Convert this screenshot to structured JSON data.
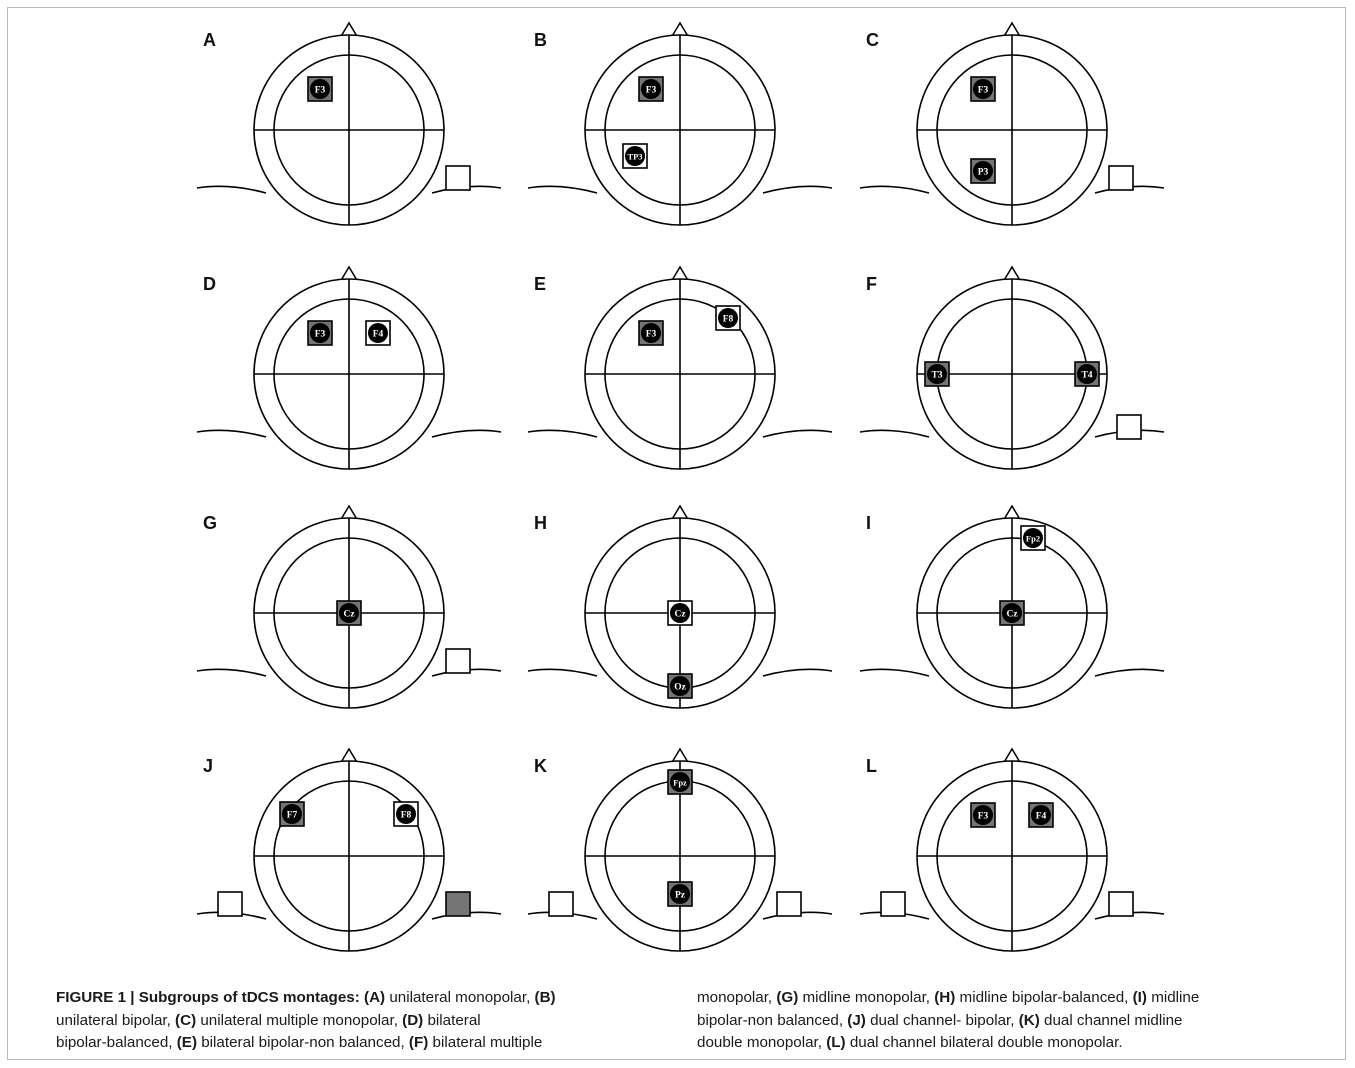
{
  "figure": {
    "panels": [
      {
        "letter": "A",
        "electrodes": [
          {
            "label": "F3",
            "fill": "gray"
          }
        ],
        "ref_pads": [
          {
            "side": "right",
            "fill": "white"
          }
        ]
      },
      {
        "letter": "B",
        "electrodes": [
          {
            "label": "F3",
            "fill": "gray"
          },
          {
            "label": "TP3",
            "fill": "white"
          }
        ],
        "ref_pads": []
      },
      {
        "letter": "C",
        "electrodes": [
          {
            "label": "F3",
            "fill": "gray"
          },
          {
            "label": "P3",
            "fill": "gray"
          }
        ],
        "ref_pads": [
          {
            "side": "right",
            "fill": "white"
          }
        ]
      },
      {
        "letter": "D",
        "electrodes": [
          {
            "label": "F3",
            "fill": "gray"
          },
          {
            "label": "F4",
            "fill": "white"
          }
        ],
        "ref_pads": []
      },
      {
        "letter": "E",
        "electrodes": [
          {
            "label": "F3",
            "fill": "gray"
          },
          {
            "label": "F8",
            "fill": "white"
          }
        ],
        "ref_pads": []
      },
      {
        "letter": "F",
        "electrodes": [
          {
            "label": "T3",
            "fill": "gray"
          },
          {
            "label": "T4",
            "fill": "gray"
          }
        ],
        "ref_pads": [
          {
            "side": "right",
            "fill": "white"
          }
        ]
      },
      {
        "letter": "G",
        "electrodes": [
          {
            "label": "Cz",
            "fill": "gray"
          }
        ],
        "ref_pads": [
          {
            "side": "right",
            "fill": "white"
          }
        ]
      },
      {
        "letter": "H",
        "electrodes": [
          {
            "label": "Cz",
            "fill": "white"
          },
          {
            "label": "Oz",
            "fill": "gray"
          }
        ],
        "ref_pads": []
      },
      {
        "letter": "I",
        "electrodes": [
          {
            "label": "Fp2",
            "fill": "white"
          },
          {
            "label": "Cz",
            "fill": "gray"
          }
        ],
        "ref_pads": []
      },
      {
        "letter": "J",
        "electrodes": [
          {
            "label": "F7",
            "fill": "gray"
          },
          {
            "label": "F8",
            "fill": "white"
          }
        ],
        "ref_pads": [
          {
            "side": "left",
            "fill": "white"
          },
          {
            "side": "right",
            "fill": "gray"
          }
        ]
      },
      {
        "letter": "K",
        "electrodes": [
          {
            "label": "Fpz",
            "fill": "gray"
          },
          {
            "label": "Pz",
            "fill": "gray"
          }
        ],
        "ref_pads": [
          {
            "side": "left",
            "fill": "white"
          },
          {
            "side": "right",
            "fill": "white"
          }
        ]
      },
      {
        "letter": "L",
        "electrodes": [
          {
            "label": "F3",
            "fill": "gray"
          },
          {
            "label": "F4",
            "fill": "gray"
          }
        ],
        "ref_pads": [
          {
            "side": "left",
            "fill": "white"
          },
          {
            "side": "right",
            "fill": "white"
          }
        ]
      }
    ]
  },
  "caption": {
    "left_lines": [
      [
        {
          "t": "FIGURE 1 | Subgroups of tDCS montages: (A)",
          "b": true
        },
        {
          "t": " unilateral monopolar, ",
          "b": false
        },
        {
          "t": "(B)",
          "b": true
        }
      ],
      [
        {
          "t": "unilateral bipolar, ",
          "b": false
        },
        {
          "t": "(C)",
          "b": true
        },
        {
          "t": " unilateral multiple monopolar, ",
          "b": false
        },
        {
          "t": "(D)",
          "b": true
        },
        {
          "t": " bilateral",
          "b": false
        }
      ],
      [
        {
          "t": "bipolar-balanced, ",
          "b": false
        },
        {
          "t": "(E)",
          "b": true
        },
        {
          "t": " bilateral bipolar-non balanced, ",
          "b": false
        },
        {
          "t": "(F)",
          "b": true
        },
        {
          "t": " bilateral multiple",
          "b": false
        }
      ]
    ],
    "right_lines": [
      [
        {
          "t": "monopolar, ",
          "b": false
        },
        {
          "t": "(G)",
          "b": true
        },
        {
          "t": " midline monopolar, ",
          "b": false
        },
        {
          "t": "(H)",
          "b": true
        },
        {
          "t": " midline bipolar-balanced, ",
          "b": false
        },
        {
          "t": "(I)",
          "b": true
        },
        {
          "t": " midline",
          "b": false
        }
      ],
      [
        {
          "t": "bipolar-non balanced, ",
          "b": false
        },
        {
          "t": "(J)",
          "b": true
        },
        {
          "t": " dual channel- bipolar, ",
          "b": false
        },
        {
          "t": "(K)",
          "b": true
        },
        {
          "t": " dual channel midline",
          "b": false
        }
      ],
      [
        {
          "t": "double monopolar, ",
          "b": false
        },
        {
          "t": "(L)",
          "b": true
        },
        {
          "t": " dual channel bilateral double monopolar.",
          "b": false
        }
      ]
    ]
  }
}
